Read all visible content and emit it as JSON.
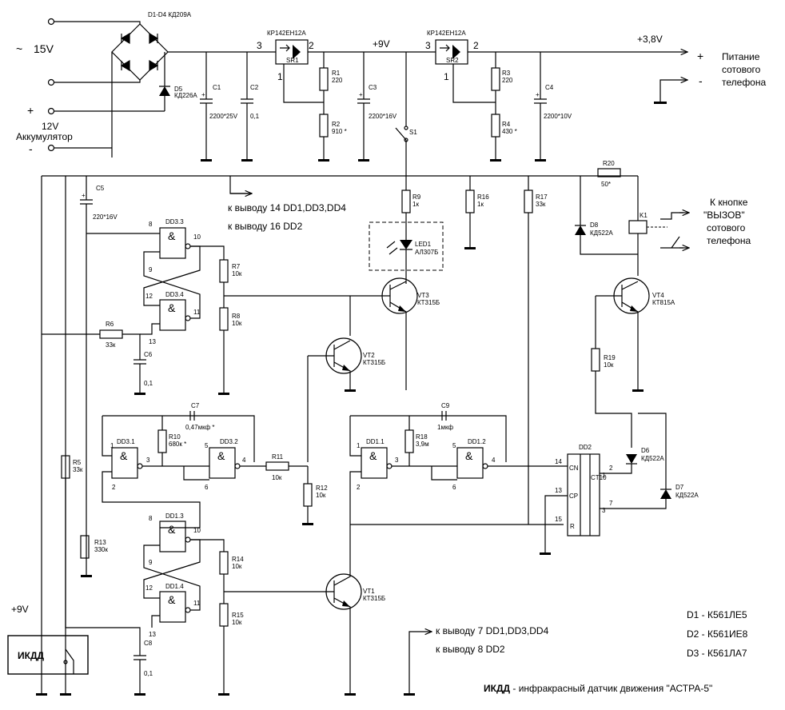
{
  "colors": {
    "ink": "#000000",
    "background": "#ffffff"
  },
  "power": {
    "ac_symbol": "~",
    "ac_label": "15V",
    "bat_plus": "+",
    "bat_label1": "12V",
    "bat_label2": "Аккумулятор",
    "bat_minus": "-",
    "bridge": "D1-D4  КД209А",
    "d5_name": "D5",
    "d5_type": "КД226А",
    "c1_name": "C1",
    "c1_val": "2200*25V",
    "c2_name": "C2",
    "c2_val": "0,1",
    "sr1_part": "КР142ЕН12А",
    "sr1_name": "SR1",
    "sr1_p3": "3",
    "sr1_p2": "2",
    "sr1_p1": "1",
    "r1_name": "R1",
    "r1_val": "220",
    "r2_name": "R2",
    "r2_val": "910 *",
    "v9": "+9V",
    "c3_name": "C3",
    "c3_val": "2200*16V",
    "sr2_part": "КР142ЕН12А",
    "sr2_name": "SR2",
    "sr2_p3": "3",
    "sr2_p2": "2",
    "sr2_p1": "1",
    "r3_name": "R3",
    "r3_val": "220",
    "r4_name": "R4",
    "r4_val": "430 *",
    "c4_name": "C4",
    "c4_val": "2200*10V",
    "s1_name": "S1",
    "v38": "+3,8V",
    "out_plus": "+",
    "out_minus": "-",
    "out_label1": "Питание",
    "out_label2": "сотового",
    "out_label3": "телефона"
  },
  "notes": {
    "pin14": "к выводу 14  DD1,DD3,DD4",
    "pin16": "к выводу 16  DD2",
    "pin7": "к выводу 7  DD1,DD3,DD4",
    "pin8": "к выводу 8  DD2",
    "d1": "D1  - К561ЛЕ5",
    "d2": "D2  - К561ИЕ8",
    "d3": "D3  - К561ЛА7",
    "ikdd_bold": "ИКДД",
    "ikdd_desc": " - инфракрасный датчик движения \"АСТРА-5\"",
    "v9_left": "+9V",
    "ikdd_box": "ИКДД"
  },
  "components": {
    "c5_name": "C5",
    "c5_val": "220*16V",
    "dd33": "DD3.3",
    "dd34": "DD3.4",
    "dd31": "DD3.1",
    "dd32": "DD3.2",
    "dd11": "DD1.1",
    "dd12": "DD1.2",
    "dd13": "DD1.3",
    "dd14": "DD1.4",
    "dd2": "DD2",
    "amp": "&",
    "r6_name": "R6",
    "r6_val": "33к",
    "c6_name": "C6",
    "c6_val": "0,1",
    "r7_name": "R7",
    "r7_val": "10к",
    "r8_name": "R8",
    "r8_val": "10к",
    "r9_name": "R9",
    "r9_val": "1к",
    "r16_name": "R16",
    "r16_val": "1к",
    "r17_name": "R17",
    "r17_val": "33к",
    "r20_name": "R20",
    "r20_val": "50*",
    "led_name": "LED1",
    "led_type": "АЛ307Б",
    "vt3_name": "VT3",
    "vt3_type": "КТ315Б",
    "vt2_name": "VT2",
    "vt2_type": "КТ315Б",
    "vt1_name": "VT1",
    "vt1_type": "КТ315Б",
    "vt4_name": "VT4",
    "vt4_type": "КТ815А",
    "d8_name": "D8",
    "d8_type": "КД522А",
    "d6_name": "D6",
    "d6_type": "КД522А",
    "d7_name": "D7",
    "d7_type": "КД522А",
    "k1_name": "K1",
    "btn_label1": "К кнопке",
    "btn_label2": "\"ВЫЗОВ\"",
    "btn_label3": "сотового",
    "btn_label4": "телефона",
    "r19_name": "R19",
    "r19_val": "10к",
    "c7_name": "C7",
    "c7_val": "0,47мкф *",
    "r10_name": "R10",
    "r10_val": "680к *",
    "r11_name": "R11",
    "r11_val": "10к",
    "r12_name": "R12",
    "r12_val": "10к",
    "c9_name": "C9",
    "c9_val": "1мкф",
    "r18_name": "R18",
    "r18_val": "3,9м",
    "r5_name": "R5",
    "r5_val": "33к",
    "r13_name": "R13",
    "r13_val": "330к",
    "r14_name": "R14",
    "r14_val": "10к",
    "r15_name": "R15",
    "r15_val": "10к",
    "c8_name": "C8",
    "c8_val": "0,1",
    "ct10": "CT10",
    "cn": "CN",
    "cp": "CP",
    "r_pin": "R",
    "pins": {
      "p8": "8",
      "p9": "9",
      "p10": "10",
      "p11": "11",
      "p12": "12",
      "p13": "13",
      "p1": "1",
      "p2": "2",
      "p3": "3",
      "p4": "4",
      "p5": "5",
      "p6": "6",
      "p7": "7",
      "p14": "14",
      "p15": "15"
    }
  }
}
